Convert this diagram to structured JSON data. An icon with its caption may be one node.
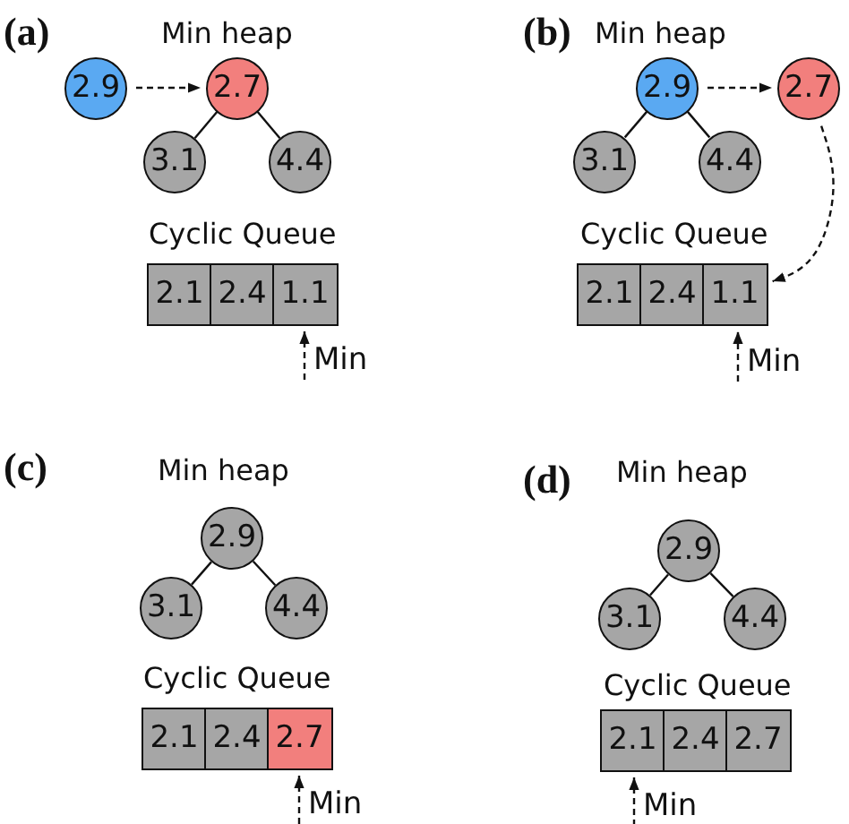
{
  "diagram": {
    "nodes": [
      {
        "text": [
          "2.9"
        ]
      },
      {
        "text": [
          "2.7"
        ]
      },
      {
        "text": [
          "3.1"
        ]
      },
      {
        "text": [
          "4.4"
        ]
      },
      {
        "text": [
          "2.1"
        ]
      },
      {
        "text": [
          "2.4"
        ]
      },
      {
        "text": [
          "1.1"
        ]
      },
      {
        "text": [
          "Min"
        ]
      },
      {
        "text": [
          "2.9"
        ]
      },
      {
        "text": [
          "2.7"
        ]
      },
      {
        "text": [
          "3.1"
        ]
      },
      {
        "text": [
          "4.4"
        ]
      },
      {
        "text": [
          "2.1"
        ]
      },
      {
        "text": [
          "2.4"
        ]
      },
      {
        "text": [
          "1.1"
        ]
      },
      {
        "text": [
          "Min"
        ]
      },
      {
        "text": [
          "2.9"
        ]
      },
      {
        "text": [
          "3.1"
        ]
      },
      {
        "text": [
          "4.4"
        ]
      },
      {
        "text": [
          "2.1"
        ]
      },
      {
        "text": [
          "2.4"
        ]
      },
      {
        "text": [
          "2.7"
        ]
      },
      {
        "text": [
          "Min"
        ]
      },
      {
        "text": [
          "2.9"
        ]
      },
      {
        "text": [
          "3.1"
        ]
      },
      {
        "text": [
          "4.4"
        ]
      },
      {
        "text": [
          "2.1"
        ]
      },
      {
        "text": [
          "2.4"
        ]
      },
      {
        "text": [
          "2.7"
        ]
      },
      {
        "text": [
          "Min"
        ]
      }
    ],
    "edges": [
      {
        "from": 0,
        "to": 1,
        "arrow": "to",
        "style": "dashed"
      },
      {
        "from": 1,
        "to": 2,
        "arrow": "none"
      },
      {
        "from": 1,
        "to": 3,
        "arrow": "none"
      },
      {
        "from": 7,
        "to": 6,
        "arrow": "to",
        "style": "dashed"
      },
      {
        "from": 8,
        "to": 9,
        "arrow": "to",
        "style": "dashed"
      },
      {
        "from": 8,
        "to": 10,
        "arrow": "none"
      },
      {
        "from": 8,
        "to": 11,
        "arrow": "none"
      },
      {
        "from": 9,
        "to": 14,
        "arrow": "to",
        "style": "dashed"
      },
      {
        "from": 15,
        "to": 14,
        "arrow": "to",
        "style": "dashed"
      },
      {
        "from": 16,
        "to": 17,
        "arrow": "none"
      },
      {
        "from": 16,
        "to": 18,
        "arrow": "none"
      },
      {
        "from": 22,
        "to": 21,
        "arrow": "to",
        "style": "dashed"
      },
      {
        "from": 23,
        "to": 24,
        "arrow": "none"
      },
      {
        "from": 23,
        "to": 25,
        "arrow": "none"
      },
      {
        "from": 29,
        "to": 26,
        "arrow": "to",
        "style": "dashed"
      }
    ],
    "labels": [
      "(a)",
      "Min heap",
      "Cyclic Queue",
      "(b)",
      "Min heap",
      "Cyclic Queue",
      "(c)",
      "Min heap",
      "Cyclic Queue",
      "(d)",
      "Min heap",
      "Cyclic Queue"
    ]
  }
}
